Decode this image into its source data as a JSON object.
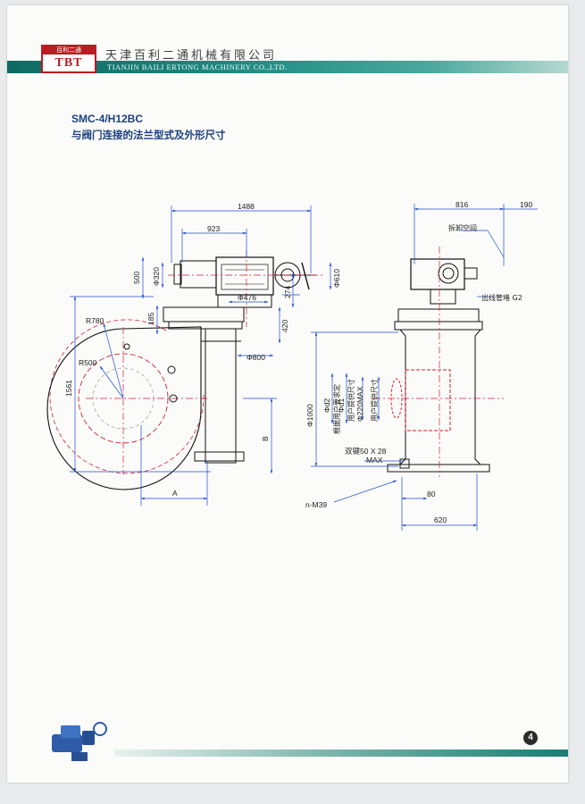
{
  "header": {
    "company_cn": "天津百利二通机械有限公司",
    "company_en": "TIANJIN BAILI ERTONG MACHINERY CO.,LTD.",
    "logo_top": "百利二通",
    "logo_mark": "TBT"
  },
  "title": {
    "model": "SMC-4/H12BC",
    "subtitle": "与阀门连接的法兰型式及外形尺寸"
  },
  "dimensions": {
    "d1488": "1488",
    "d923": "923",
    "d500": "500",
    "d320": "Φ320",
    "d476": "Φ476",
    "d274": "274",
    "d610": "Φ610",
    "d185": "185",
    "d420": "420",
    "d800": "Φ800",
    "r780": "R780",
    "r500": "R500",
    "d1561": "1561",
    "dA": "A",
    "dB": "B",
    "d816": "816",
    "d190": "190",
    "d1000": "Φ1000",
    "dd2": "Φd2",
    "dd1": "Φd1",
    "d80": "80",
    "d620": "620",
    "nm39": "n-M39"
  },
  "notes": {
    "removal_space": "拆卸空间",
    "outlet": "出线管堵 G2",
    "user_spec": "根据用户要求定",
    "user_bore": "用户提供尺寸",
    "bore_max": "Φ220MAX",
    "user_key": "用户提供尺寸",
    "double_key": "双键50 X 28",
    "max": "MAX"
  },
  "footer": {
    "page_number": "4"
  }
}
